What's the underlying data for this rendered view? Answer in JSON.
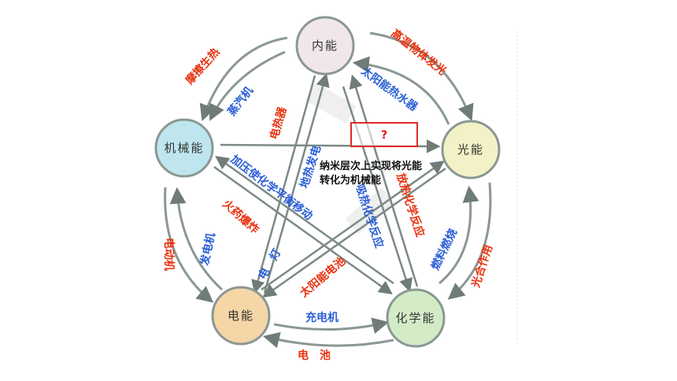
{
  "nodes": {
    "internal": "内能",
    "mechanical": "机械能",
    "light": "光能",
    "electric": "电能",
    "chemical": "化学能"
  },
  "labels": {
    "friction": "摩擦生热",
    "high_temp_glow": "高温物体发光",
    "steam_engine": "蒸汽机",
    "solar_water_heater": "太阳能热水器",
    "electric_heater": "电热器",
    "geothermal": "地热发电",
    "pressure_shift": "加压使化学平衡移动",
    "explosive": "火药爆炸",
    "exo_reaction": "放热化学反应",
    "endo_reaction": "吸热化学反应",
    "motor": "电动机",
    "generator": "发电机",
    "lamp": "电　灯",
    "solar_cell": "太阳能电池",
    "fuel_burning": "燃料燃烧",
    "photosynthesis": "光合作用",
    "charger": "充电机",
    "battery": "电　池"
  },
  "question_mark": "?",
  "note": [
    "纳米层次上实现将光能",
    "转化为机械能"
  ],
  "colors": {
    "red": "#e8320f",
    "blue": "#2a5fd6",
    "arrow": "#7b8a86",
    "internal_fill": "#f1e7ea",
    "mechanical_fill": "#bfe6ee",
    "light_fill": "#f3f2c6",
    "electric_fill": "#f5d6a6",
    "chemical_fill": "#d3ecc7"
  }
}
